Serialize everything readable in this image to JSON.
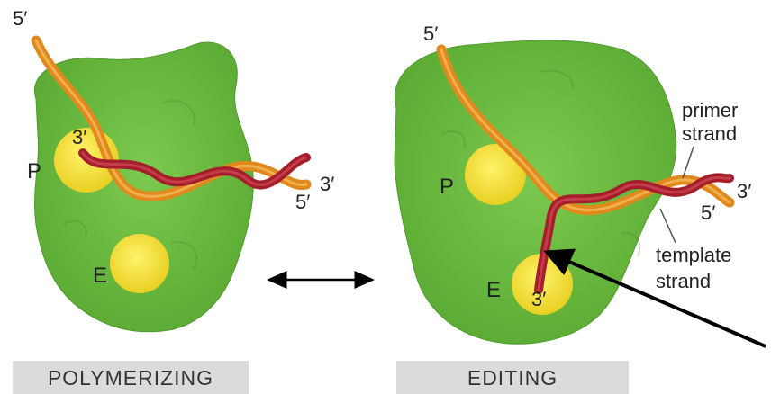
{
  "panels": [
    {
      "caption": "POLYMERIZING",
      "template_5prime": "5′",
      "primer_3prime_in_site": "3′",
      "end_3prime": "3′",
      "end_5prime": "5′",
      "site_p": "P",
      "site_e": "E"
    },
    {
      "caption": "EDITING",
      "template_5prime": "5′",
      "primer_3prime_in_site": "3′",
      "end_3prime": "3′",
      "end_5prime": "5′",
      "site_p": "P",
      "site_e": "E",
      "primer_label": "primer\nstrand",
      "template_label": "template\nstrand"
    }
  ],
  "colors": {
    "enzyme": "#6cbf3f",
    "site": "#f7e23a",
    "template_strand": "#e08a1e",
    "primer_strand": "#a51e2c",
    "caption_bg": "#d9dbdc"
  }
}
